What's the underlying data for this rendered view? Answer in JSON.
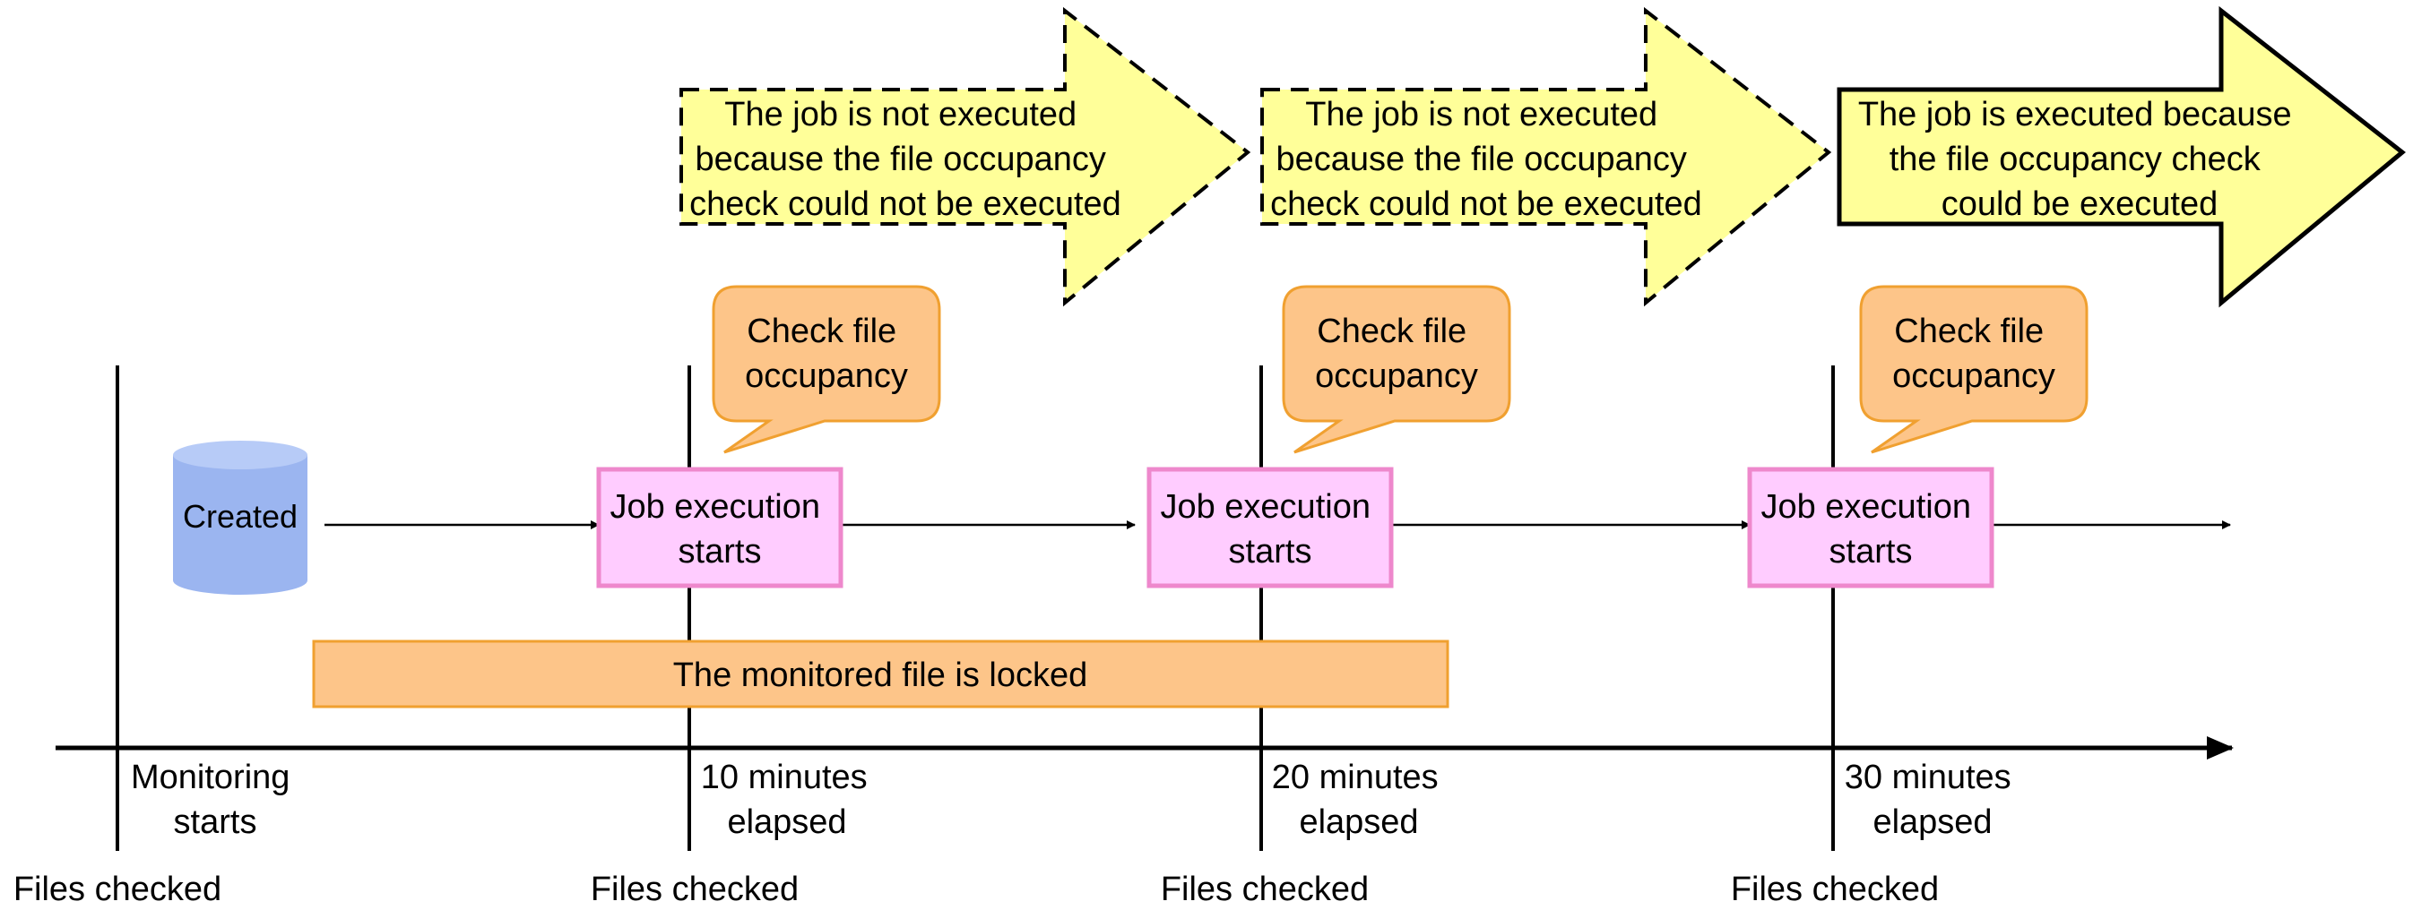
{
  "colors": {
    "arrow_fill": "#ffff99",
    "callout_fill": "#fdc589",
    "callout_stroke": "#f0a030",
    "job_box_fill": "#ffccff",
    "job_box_stroke": "#ee88cc",
    "locked_bar_fill": "#fdc589",
    "locked_bar_stroke": "#f0a030",
    "cylinder_fill": "#9bb5f0",
    "cylinder_top": "#b7cbf7"
  },
  "outcome_arrows": [
    {
      "lines": [
        "The job is not executed",
        "because the file occupancy",
        "check could not be executed"
      ],
      "style": "dashed"
    },
    {
      "lines": [
        "The job is not executed",
        "because the file occupancy",
        "check could not be executed"
      ],
      "style": "dashed"
    },
    {
      "lines": [
        "The job is executed because",
        "the file occupancy check",
        "could be executed"
      ],
      "style": "solid"
    }
  ],
  "callouts": [
    {
      "lines": [
        "Check file",
        "occupancy"
      ]
    },
    {
      "lines": [
        "Check file",
        "occupancy"
      ]
    },
    {
      "lines": [
        "Check file",
        "occupancy"
      ]
    }
  ],
  "file_created": {
    "label": "Created"
  },
  "job_boxes": [
    {
      "lines": [
        "Job execution",
        "starts"
      ]
    },
    {
      "lines": [
        "Job execution",
        "starts"
      ]
    },
    {
      "lines": [
        "Job execution",
        "starts"
      ]
    }
  ],
  "locked_bar": {
    "label": "The monitored file is locked"
  },
  "timeline": [
    {
      "lines": [
        "Monitoring",
        "starts"
      ],
      "bottom": "Files checked"
    },
    {
      "lines": [
        "10 minutes",
        "elapsed"
      ],
      "bottom": "Files checked"
    },
    {
      "lines": [
        "20 minutes",
        "elapsed"
      ],
      "bottom": "Files checked"
    },
    {
      "lines": [
        "30 minutes",
        "elapsed"
      ],
      "bottom": "Files checked"
    }
  ]
}
